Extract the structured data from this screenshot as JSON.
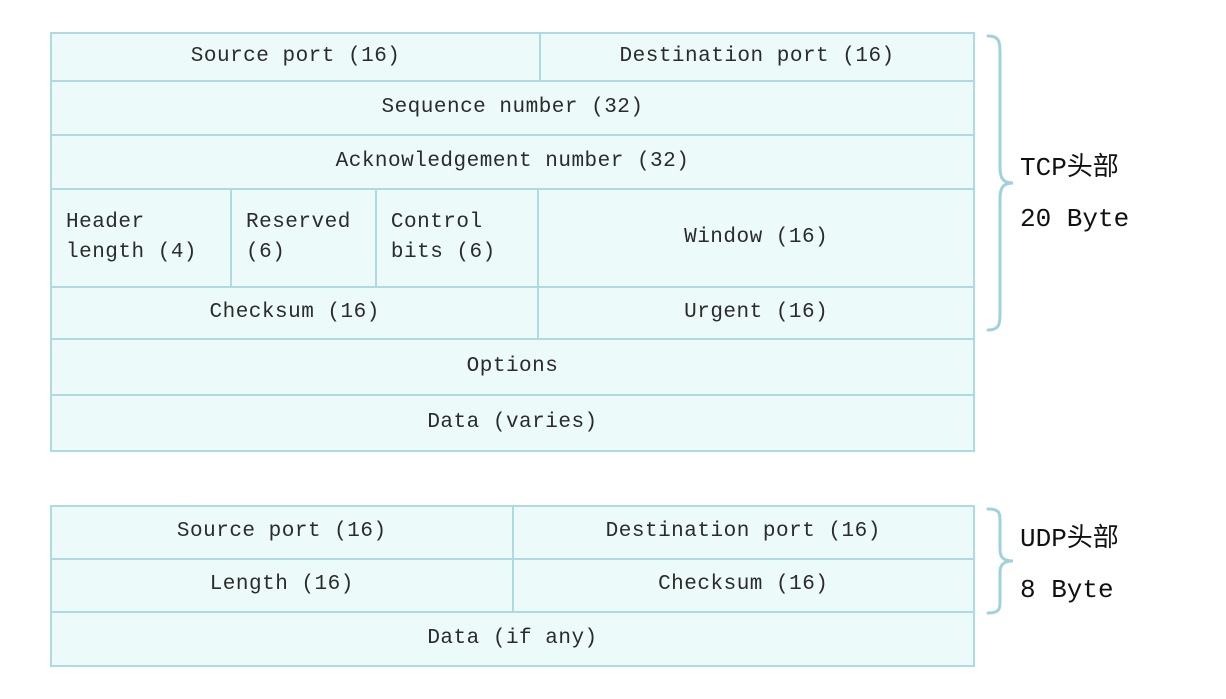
{
  "tcp": {
    "cells": {
      "source_port": "Source port (16)",
      "destination_port": "Destination port (16)",
      "sequence_number": "Sequence number (32)",
      "acknowledgement_number": "Acknowledgement number (32)",
      "header_length": "Header length (4)",
      "reserved": "Reserved (6)",
      "control_bits": "Control bits (6)",
      "window": "Window (16)",
      "checksum": "Checksum (16)",
      "urgent": "Urgent (16)",
      "options": "Options",
      "data": "Data (varies)"
    },
    "brace_label": {
      "line1": "TCP头部",
      "line2": "20 Byte"
    }
  },
  "udp": {
    "cells": {
      "source_port": "Source port (16)",
      "destination_port": "Destination port (16)",
      "length": "Length (16)",
      "checksum": "Checksum (16)",
      "data": "Data (if any)"
    },
    "brace_label": {
      "line1": "UDP头部",
      "line2": "8 Byte"
    }
  },
  "colors": {
    "cell_fill": "#ecfafa",
    "cell_border": "#aedbe2",
    "text": "#2b2b2b"
  }
}
